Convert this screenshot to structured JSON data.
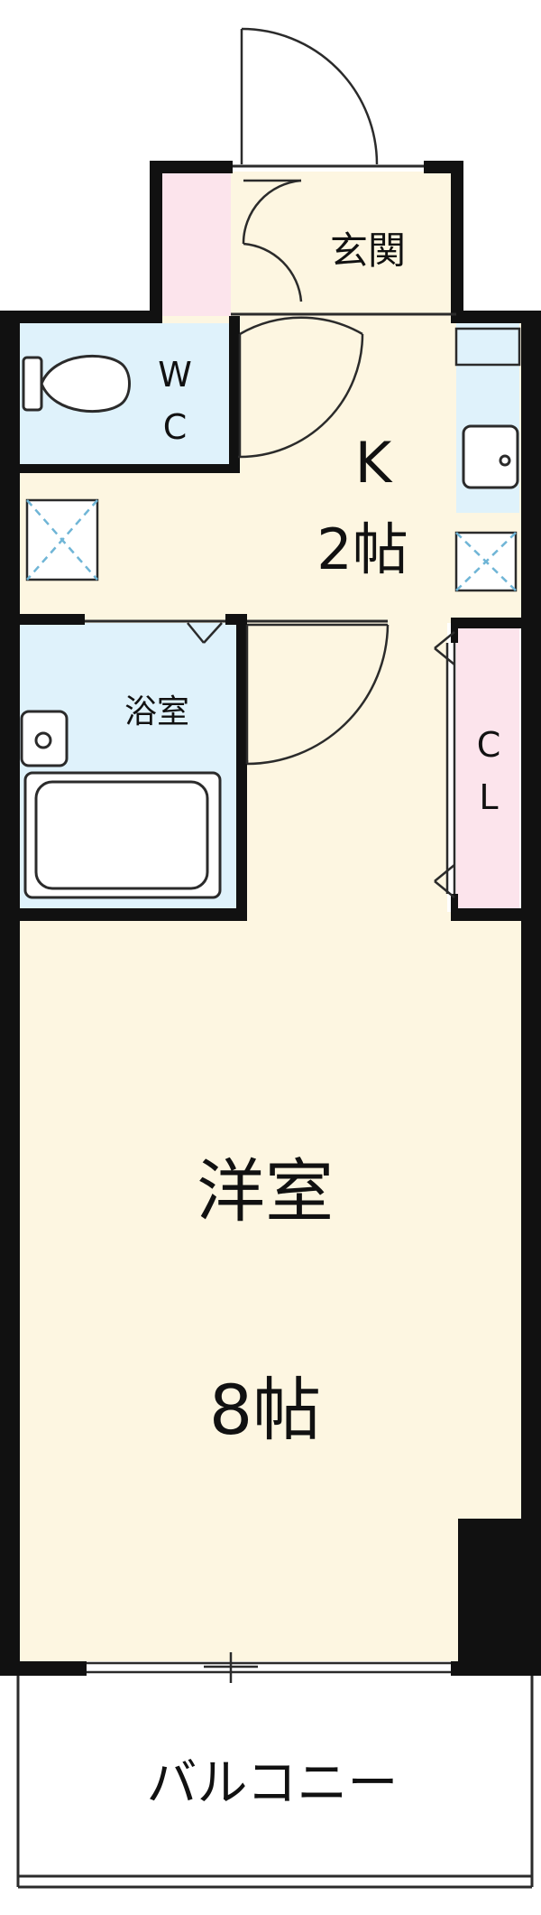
{
  "colors": {
    "wall": "#111111",
    "room_floor": "#fdf6e1",
    "wet_area": "#dff2fb",
    "storage": "#fce4ec",
    "balcony": "#ffffff",
    "outline": "#2b2b2b",
    "vent_line": "#6fb5d6"
  },
  "rooms": {
    "entrance": {
      "label": "玄関"
    },
    "wc": {
      "label_w": "W",
      "label_c": "C"
    },
    "kitchen": {
      "label": "K",
      "size": "2帖"
    },
    "bath": {
      "label": "浴室"
    },
    "closet": {
      "label_c": "C",
      "label_l": "L"
    },
    "western_room": {
      "label": "洋室",
      "size": "8帖"
    },
    "balcony": {
      "label": "バルコニー"
    }
  }
}
